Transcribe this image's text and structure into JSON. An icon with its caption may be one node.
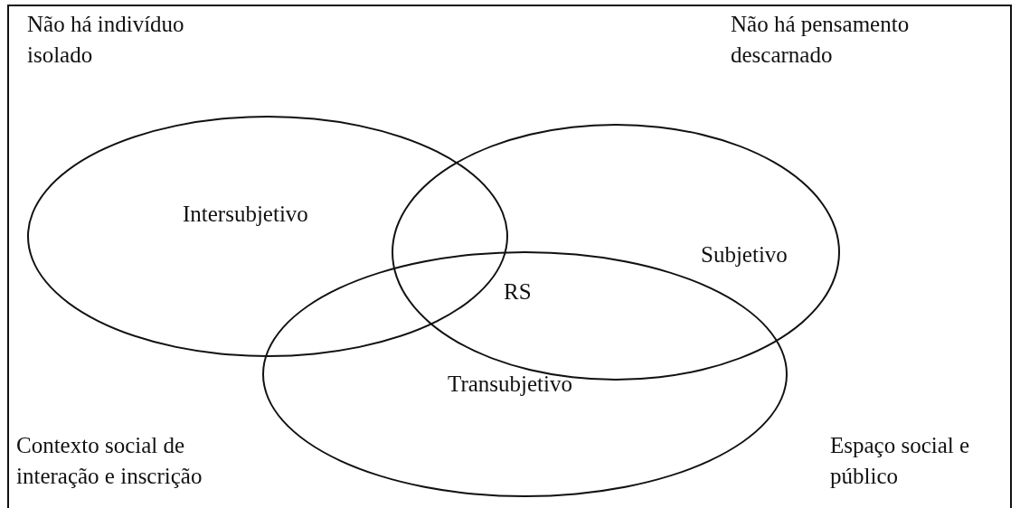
{
  "diagram": {
    "nodes": [
      {
        "text": [
          "Intersubjetivo"
        ]
      },
      {
        "text": [
          "Subjetivo"
        ]
      },
      {
        "text": [
          "Transubjetivo"
        ]
      }
    ],
    "labels": [
      "Não há indivíduo isolado",
      "Não há pensamento descarnado",
      "RS",
      "Contexto social de interação e inscrição",
      "Espaço social e público"
    ]
  }
}
